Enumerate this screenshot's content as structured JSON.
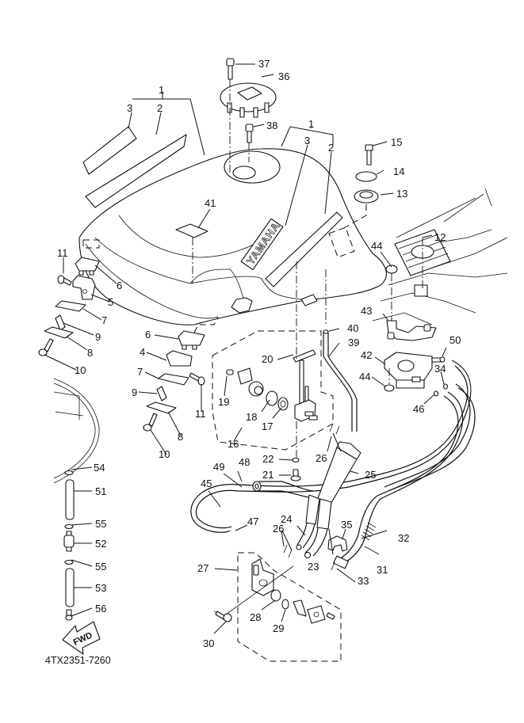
{
  "diagram": {
    "title": "Fuel tank exploded parts diagram",
    "brand_logo_text": "YAMAHA",
    "direction_arrow_label": "FWD",
    "diagram_code": "4TX2351-7260",
    "colors": {
      "ink": "#111111",
      "background": "#ffffff"
    }
  },
  "callouts": [
    {
      "id": "c1a",
      "number": "1"
    },
    {
      "id": "c2a",
      "number": "2"
    },
    {
      "id": "c3a",
      "number": "3"
    },
    {
      "id": "c1b",
      "number": "1"
    },
    {
      "id": "c2b",
      "number": "2"
    },
    {
      "id": "c3b",
      "number": "3"
    },
    {
      "id": "c4",
      "number": "4"
    },
    {
      "id": "c5",
      "number": "5"
    },
    {
      "id": "c6a",
      "number": "6"
    },
    {
      "id": "c6b",
      "number": "6"
    },
    {
      "id": "c7a",
      "number": "7"
    },
    {
      "id": "c7b",
      "number": "7"
    },
    {
      "id": "c8a",
      "number": "8"
    },
    {
      "id": "c8b",
      "number": "8"
    },
    {
      "id": "c9a",
      "number": "9"
    },
    {
      "id": "c9b",
      "number": "9"
    },
    {
      "id": "c10a",
      "number": "10"
    },
    {
      "id": "c10b",
      "number": "10"
    },
    {
      "id": "c11a",
      "number": "11"
    },
    {
      "id": "c11b",
      "number": "11"
    },
    {
      "id": "c12",
      "number": "12"
    },
    {
      "id": "c13",
      "number": "13"
    },
    {
      "id": "c14",
      "number": "14"
    },
    {
      "id": "c15",
      "number": "15"
    },
    {
      "id": "c16",
      "number": "16"
    },
    {
      "id": "c17",
      "number": "17"
    },
    {
      "id": "c18",
      "number": "18"
    },
    {
      "id": "c19",
      "number": "19"
    },
    {
      "id": "c20",
      "number": "20"
    },
    {
      "id": "c21",
      "number": "21"
    },
    {
      "id": "c22",
      "number": "22"
    },
    {
      "id": "c23",
      "number": "23"
    },
    {
      "id": "c24",
      "number": "24"
    },
    {
      "id": "c25",
      "number": "25"
    },
    {
      "id": "c26a",
      "number": "26"
    },
    {
      "id": "c26b",
      "number": "26"
    },
    {
      "id": "c27",
      "number": "27"
    },
    {
      "id": "c28",
      "number": "28"
    },
    {
      "id": "c29",
      "number": "29"
    },
    {
      "id": "c30",
      "number": "30"
    },
    {
      "id": "c31",
      "number": "31"
    },
    {
      "id": "c32",
      "number": "32"
    },
    {
      "id": "c33",
      "number": "33"
    },
    {
      "id": "c34",
      "number": "34"
    },
    {
      "id": "c35",
      "number": "35"
    },
    {
      "id": "c36",
      "number": "36"
    },
    {
      "id": "c37",
      "number": "37"
    },
    {
      "id": "c38",
      "number": "38"
    },
    {
      "id": "c39",
      "number": "39"
    },
    {
      "id": "c40",
      "number": "40"
    },
    {
      "id": "c41",
      "number": "41"
    },
    {
      "id": "c42",
      "number": "42"
    },
    {
      "id": "c43",
      "number": "43"
    },
    {
      "id": "c44a",
      "number": "44"
    },
    {
      "id": "c44b",
      "number": "44"
    },
    {
      "id": "c45",
      "number": "45"
    },
    {
      "id": "c46",
      "number": "46"
    },
    {
      "id": "c47",
      "number": "47"
    },
    {
      "id": "c48",
      "number": "48"
    },
    {
      "id": "c49",
      "number": "49"
    },
    {
      "id": "c50",
      "number": "50"
    },
    {
      "id": "c51",
      "number": "51"
    },
    {
      "id": "c52",
      "number": "52"
    },
    {
      "id": "c53",
      "number": "53"
    },
    {
      "id": "c54",
      "number": "54"
    },
    {
      "id": "c55a",
      "number": "55"
    },
    {
      "id": "c55b",
      "number": "55"
    },
    {
      "id": "c56",
      "number": "56"
    }
  ]
}
